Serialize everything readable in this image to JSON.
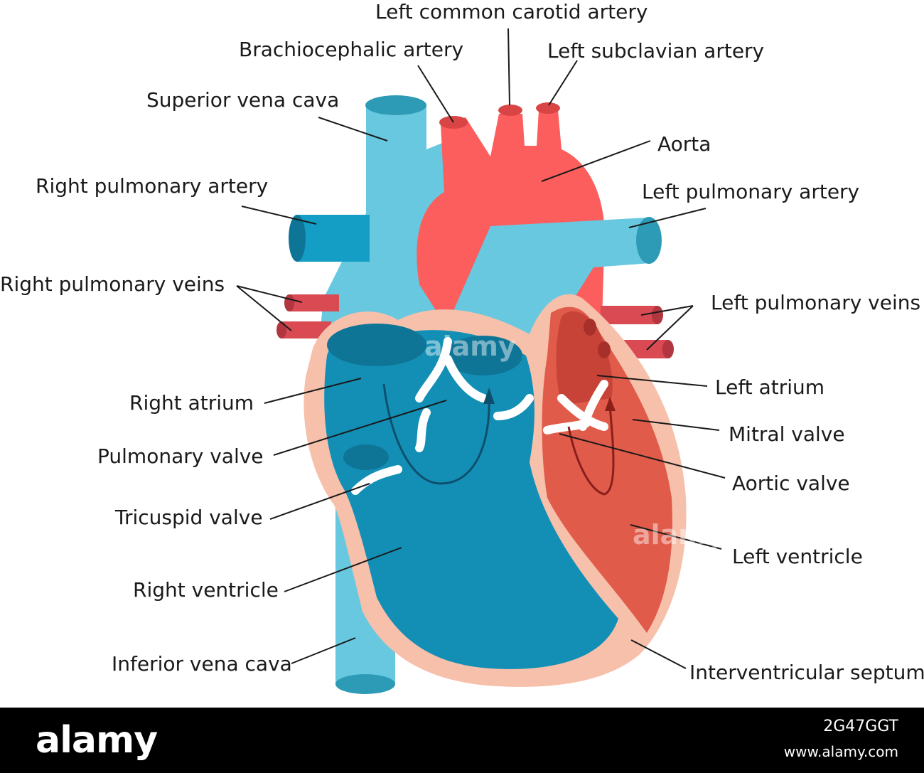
{
  "colors": {
    "vein_blue": "#68c8e0",
    "vein_dark": "#2e9bb6",
    "right_heart": "#138fb6",
    "right_heart_dark": "#0f7597",
    "artery_red": "#fc5d5d",
    "artery_dark": "#d94545",
    "left_heart": "#e05b4a",
    "left_heart_dark": "#c84337",
    "wall_peach": "#f7c0ab",
    "pulm_vein_red": "#d94a53"
  },
  "labels": {
    "left_common_carotid": "Left common carotid artery",
    "brachiocephalic": "Brachiocephalic artery",
    "left_subclavian": "Left subclavian artery",
    "superior_vena_cava": "Superior vena cava",
    "aorta": "Aorta",
    "right_pulmonary_artery": "Right pulmonary artery",
    "left_pulmonary_artery": "Left pulmonary artery",
    "right_pulmonary_veins": "Right pulmonary veins",
    "left_pulmonary_veins": "Left pulmonary veins",
    "left_atrium": "Left atrium",
    "right_atrium": "Right atrium",
    "mitral_valve": "Mitral valve",
    "pulmonary_valve": "Pulmonary valve",
    "aortic_valve": "Aortic valve",
    "tricuspid_valve": "Tricuspid valve",
    "left_ventricle": "Left ventricle",
    "right_ventricle": "Right ventricle",
    "inferior_vena_cava": "Inferior vena cava",
    "interventricular_septum": "Interventricular septum"
  },
  "watermark": {
    "brand": "alamy",
    "image_id": "2G47GGT",
    "site": "www.alamy.com"
  }
}
